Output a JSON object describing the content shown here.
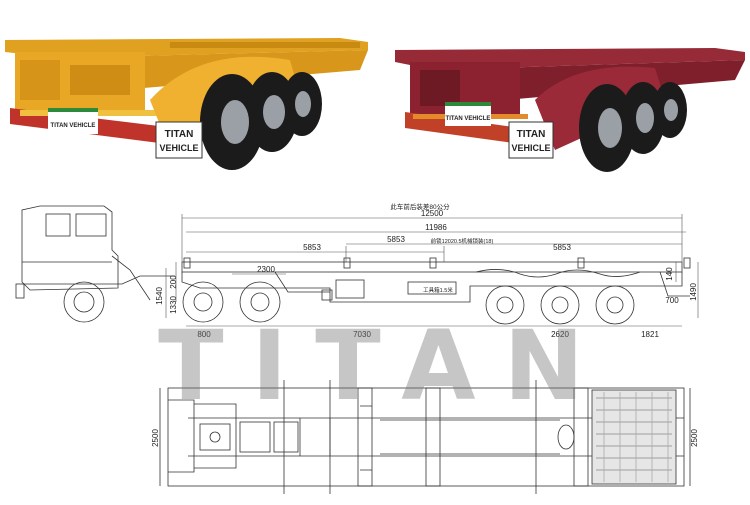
{
  "photos": {
    "left": {
      "plate_line1": "TITAN",
      "plate_line2": "VEHICLE",
      "sticker": "TITAN VEHICLE"
    },
    "right": {
      "plate_line1": "TITAN",
      "plate_line2": "VEHICLE",
      "sticker": "TITAN VEHICLE"
    },
    "colors": {
      "left_body": "#e8a825",
      "right_body": "#8c2230"
    }
  },
  "side_view": {
    "note": "此车前后装差80公分",
    "dims": {
      "overall": "12500",
      "inner": "11986",
      "front_span": "5853",
      "mid_span": "5853",
      "rear_span": "5853",
      "kingpin_offset": "2300",
      "front_height": "200",
      "coupling_height": "1540",
      "deck_height": "1330",
      "rear_height": "1490",
      "rear_small": "140",
      "rear_overhang_step": "700",
      "front_overhang": "800",
      "wheelbase": "7030",
      "axle_spread": "2620",
      "rear_overhang": "1821"
    },
    "labels": {
      "lock_label": "前锁12020.5机械锁装(18)",
      "toolbox_label": "工具箱1.5米"
    }
  },
  "top_view": {
    "width_left": "2500",
    "width_right": "2500"
  },
  "watermark": "TITAN"
}
